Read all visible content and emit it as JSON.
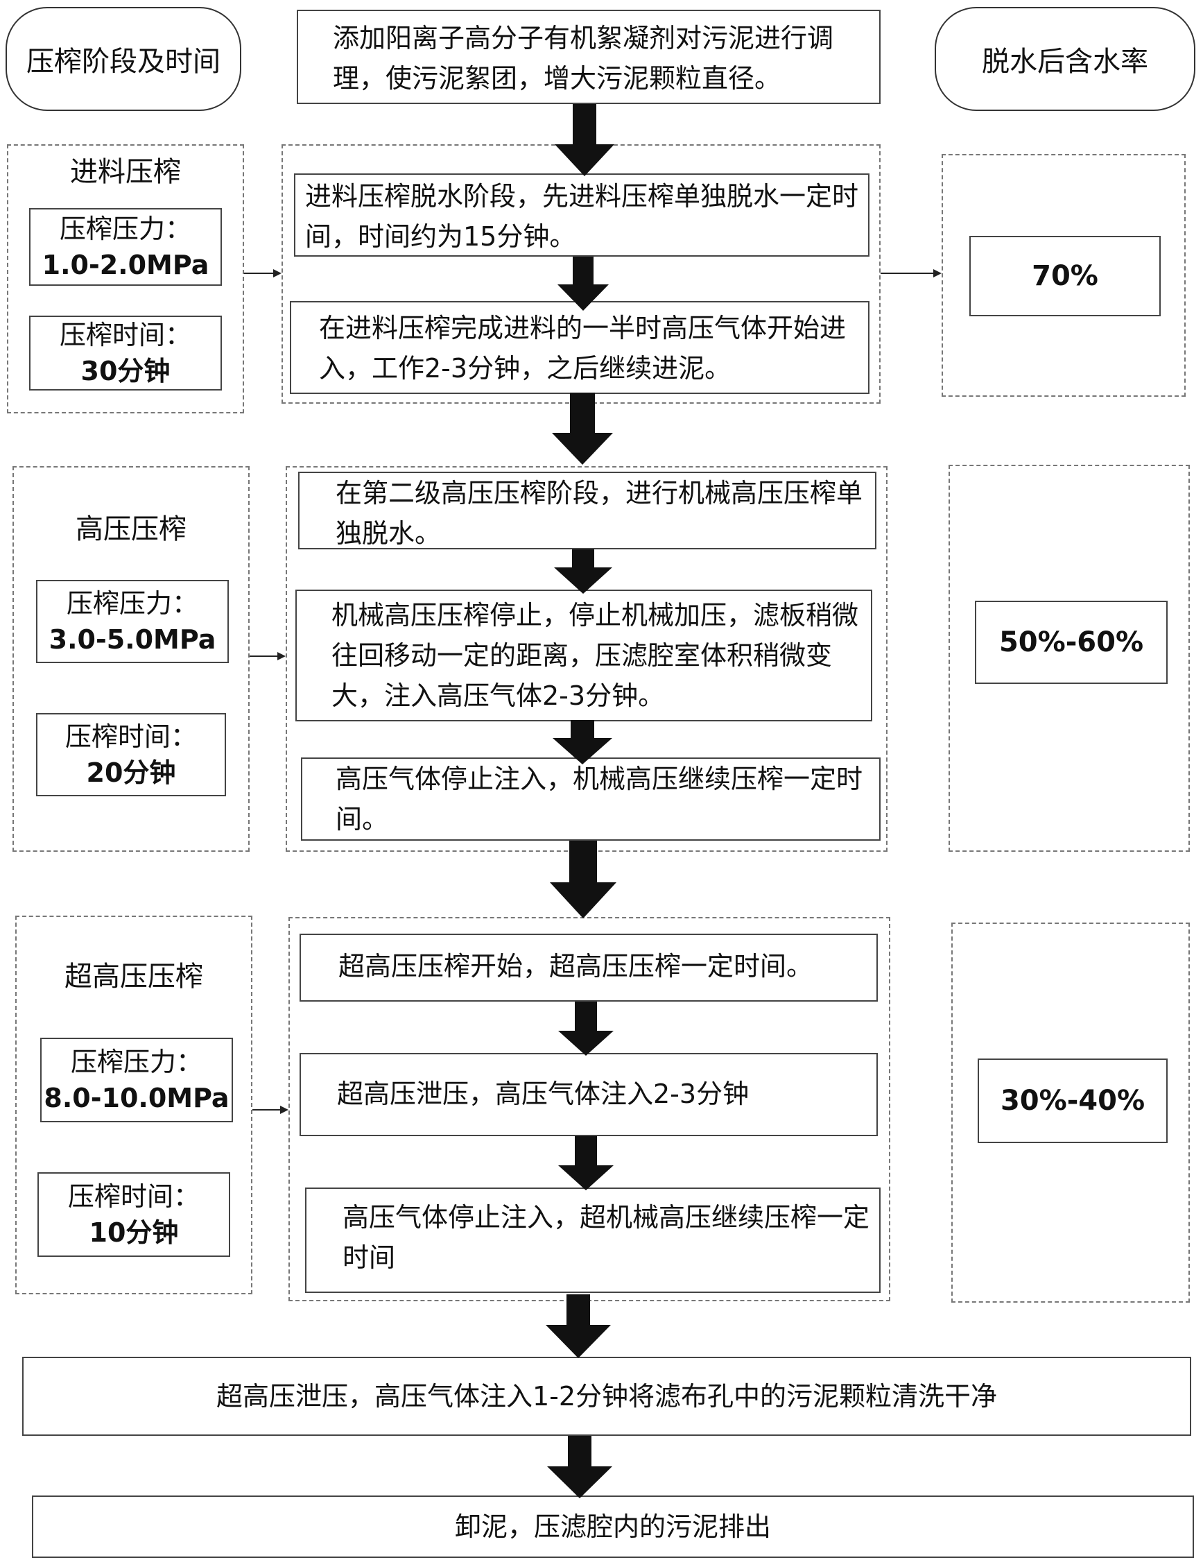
{
  "headers": {
    "left": "压榨阶段及时间",
    "right": "脱水后含水率"
  },
  "intro": "添加阳离子高分子有机絮凝剂对污泥进行调理，使污泥絮团，增大污泥颗粒直径。",
  "stage1": {
    "name": "进料压榨",
    "pressure_label": "压榨压力：",
    "pressure_value": "1.0-2.0MPa",
    "time_label": "压榨时间：",
    "time_value": "30分钟",
    "steps": [
      "进料压榨脱水阶段，先进料压榨单独脱水一定时间，时间约为15分钟。",
      "在进料压榨完成进料的一半时高压气体开始进入，工作2-3分钟，之后继续进泥。"
    ],
    "moisture": "70%"
  },
  "stage2": {
    "name": "高压压榨",
    "pressure_label": "压榨压力：",
    "pressure_value": "3.0-5.0MPa",
    "time_label": "压榨时间：",
    "time_value": "20分钟",
    "steps": [
      "在第二级高压压榨阶段，进行机械高压压榨单独脱水。",
      "机械高压压榨停止，停止机械加压，滤板稍微往回移动一定的距离，压滤腔室体积稍微变大，注入高压气体2-3分钟。",
      "高压气体停止注入，机械高压继续压榨一定时间。"
    ],
    "moisture": "50%-60%"
  },
  "stage3": {
    "name": "超高压压榨",
    "pressure_label": "压榨压力：",
    "pressure_value": "8.0-10.0MPa",
    "time_label": "压榨时间：",
    "time_value": "10分钟",
    "steps": [
      "超高压压榨开始，超高压压榨一定时间。",
      "超高压泄压，高压气体注入2-3分钟",
      "高压气体停止注入，超机械高压继续压榨一定时间"
    ],
    "moisture": "30%-40%"
  },
  "final_steps": [
    "超高压泄压，高压气体注入1-2分钟将滤布孔中的污泥颗粒清洗干净",
    "卸泥，压滤腔内的污泥排出"
  ]
}
